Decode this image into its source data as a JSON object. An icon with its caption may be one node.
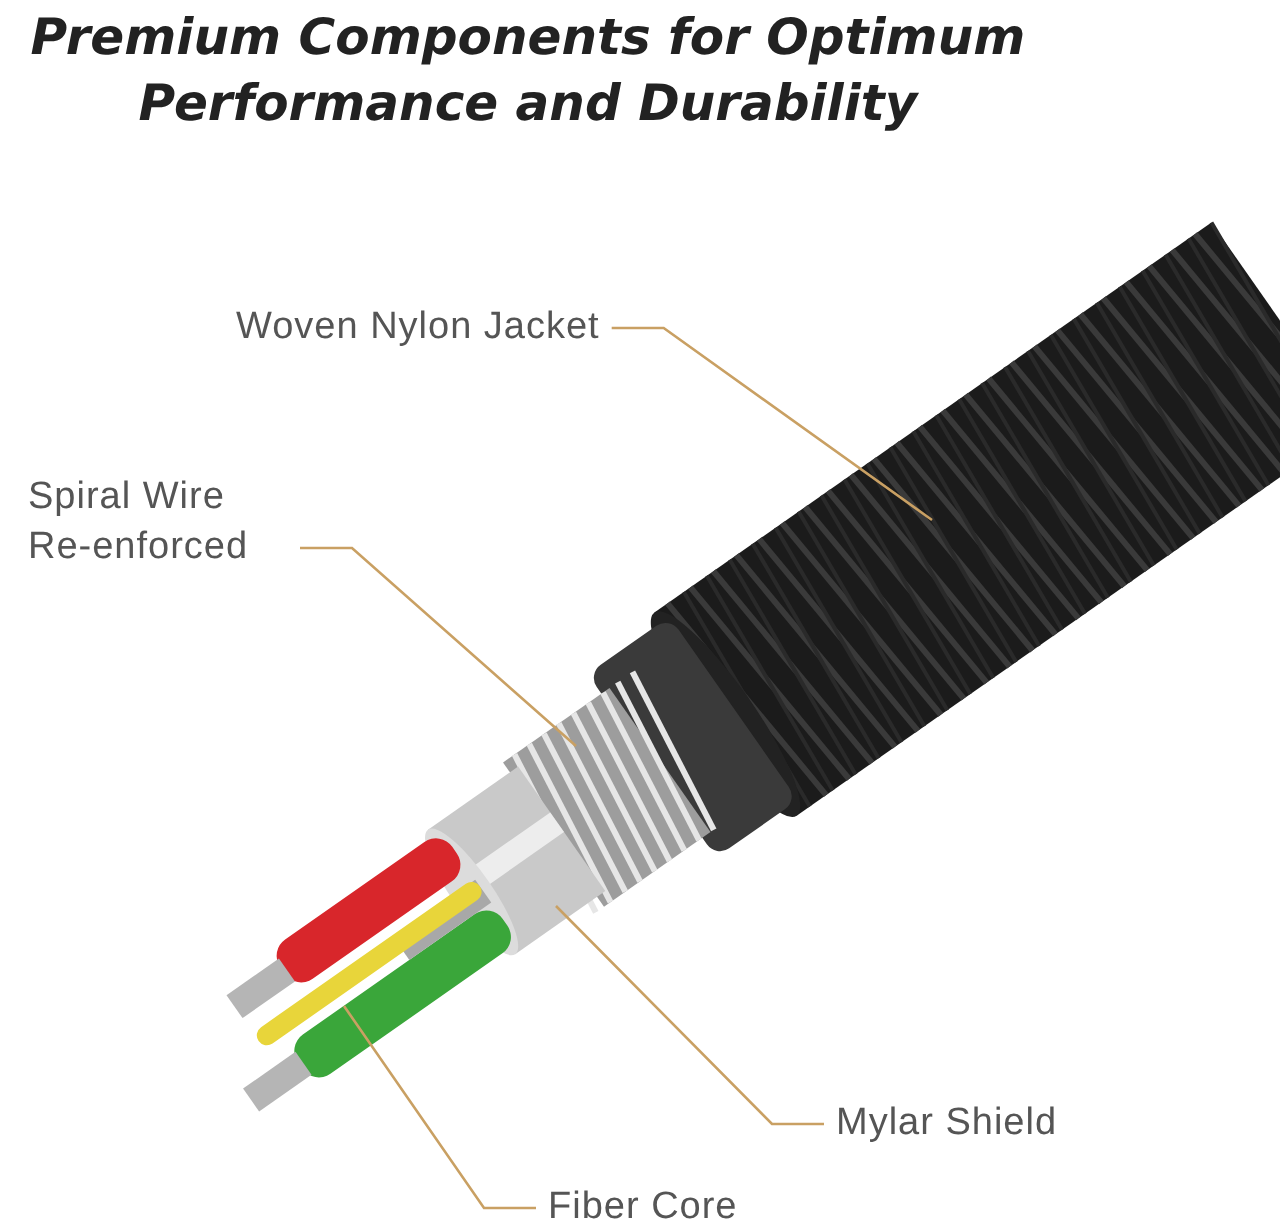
{
  "diagram": {
    "title": "Premium Components for Optimum Performance and Durability",
    "nodes": [
      {
        "text": [
          "Woven Nylon Jacket"
        ]
      },
      {
        "text": [],
        "shape": "picture"
      },
      {
        "text": [
          "Spiral Wire Re-enforced"
        ]
      },
      {
        "text": [],
        "shape": "picture"
      },
      {
        "text": [
          "Mylar Shield"
        ]
      },
      {
        "text": [],
        "shape": "picture"
      },
      {
        "text": [
          "Fiber Core"
        ]
      },
      {
        "text": [],
        "shape": "picture"
      }
    ],
    "edges": [
      {
        "from": 0,
        "to": 1,
        "arrow": "none"
      },
      {
        "from": 2,
        "to": 3,
        "arrow": "none"
      },
      {
        "from": 4,
        "to": 5,
        "arrow": "none"
      },
      {
        "from": 6,
        "to": 7,
        "arrow": "none"
      }
    ]
  }
}
